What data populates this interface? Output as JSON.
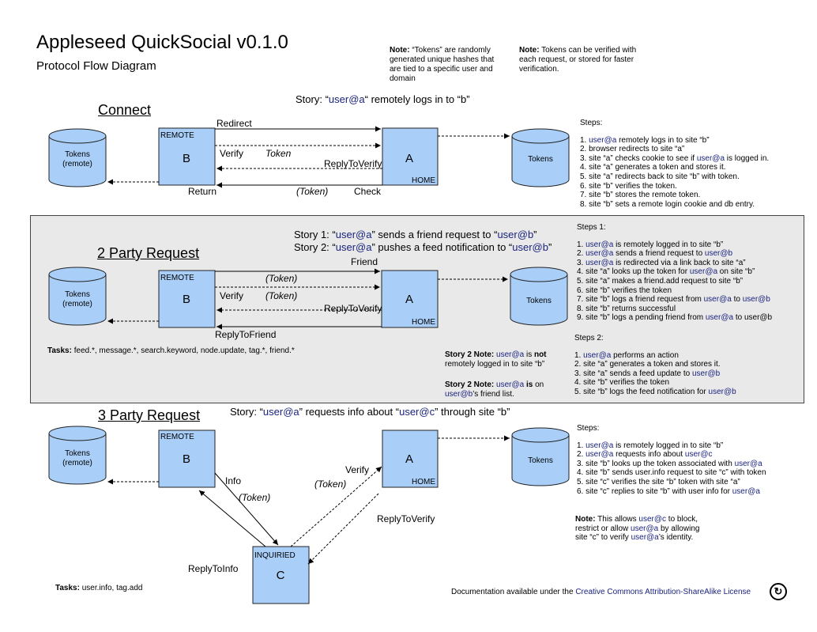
{
  "title": "Appleseed QuickSocial v0.1.0",
  "subtitle": "Protocol Flow Diagram",
  "notes": [
    {
      "label": "Note:",
      "text": "“Tokens” are randomly generated unique hashes that are tied to a specific user and domain"
    },
    {
      "label": "Note:",
      "text": "Tokens can be verified with each request, or stored for faster verification."
    }
  ],
  "connect": {
    "heading": "Connect",
    "story_prefix": "Story:  “",
    "story_user": "user@a",
    "story_suffix": "“ remotely logs in to “b”",
    "db_left": [
      "Tokens",
      "(remote)"
    ],
    "db_right": "Tokens",
    "box_b": {
      "tag": "REMOTE",
      "letter": "B"
    },
    "box_a": {
      "tag": "HOME",
      "letter": "A"
    },
    "labels": {
      "redirect": "Redirect",
      "verify": "Verify",
      "token": "Token",
      "reply_to_verify": "ReplyToVerify",
      "return": "Return",
      "token_paren": "(Token)",
      "check": "Check"
    },
    "steps_heading": "Steps:",
    "steps": [
      [
        {
          "t": "1. "
        },
        {
          "u": "user@a"
        },
        {
          "t": " remotely logs in to site “b”"
        }
      ],
      [
        {
          "t": "2. browser redirects to site “a”"
        }
      ],
      [
        {
          "t": "3. site “a” checks cookie to see if "
        },
        {
          "u": "user@a"
        },
        {
          "t": " is logged in."
        }
      ],
      [
        {
          "t": "4. site “a” generates a token and stores it."
        }
      ],
      [
        {
          "t": "5. site “a” redirects back to site “b” with token."
        }
      ],
      [
        {
          "t": "6. site “b” verifies the token."
        }
      ],
      [
        {
          "t": "7. site “b” stores the remote token."
        }
      ],
      [
        {
          "t": "8. site “b” sets a remote login cookie and db entry."
        }
      ]
    ]
  },
  "two_party": {
    "heading": "2 Party Request",
    "story1": [
      {
        "t": "Story 1:  “"
      },
      {
        "u": "user@a"
      },
      {
        "t": "” sends a friend request to “"
      },
      {
        "u": "user@b"
      },
      {
        "t": "”"
      }
    ],
    "story2": [
      {
        "t": "Story 2:  “"
      },
      {
        "u": "user@a"
      },
      {
        "t": "” pushes a feed notification to “"
      },
      {
        "u": "user@b"
      },
      {
        "t": "”"
      }
    ],
    "db_left": [
      "Tokens",
      "(remote)"
    ],
    "db_right": "Tokens",
    "box_b": {
      "tag": "REMOTE",
      "letter": "B"
    },
    "box_a": {
      "tag": "HOME",
      "letter": "A"
    },
    "labels": {
      "friend": "Friend",
      "token1": "(Token)",
      "verify": "Verify",
      "token2": "(Token)",
      "reply_to_verify": "ReplyToVerify",
      "reply_to_friend": "ReplyToFriend"
    },
    "tasks_label": "Tasks:",
    "tasks": "feed.*,  message.*,  search.keyword,  node.update,  tag.*,  friend.*",
    "story2_note1": [
      {
        "b": "Story 2 Note:"
      },
      {
        "t": " "
      },
      {
        "u": "user@a"
      },
      {
        "t": " is "
      },
      {
        "b": "not"
      }
    ],
    "story2_note1_line2": "remotely logged in to site “b”",
    "story2_note2": [
      {
        "b": "Story 2 Note:"
      },
      {
        "t": "  "
      },
      {
        "u": "user@a"
      },
      {
        "t": " "
      },
      {
        "b": "is"
      },
      {
        "t": " on"
      }
    ],
    "story2_note2_line2": [
      {
        "u": "user@b"
      },
      {
        "t": "’s friend list."
      }
    ],
    "steps1_heading": "Steps 1:",
    "steps1": [
      [
        {
          "t": "1. "
        },
        {
          "u": "user@a"
        },
        {
          "t": " is remotely logged in to site “b”"
        }
      ],
      [
        {
          "t": "2. "
        },
        {
          "u": "user@a"
        },
        {
          "t": " sends a friend request to "
        },
        {
          "u": "user@b"
        }
      ],
      [
        {
          "t": "3. "
        },
        {
          "u": "user@a"
        },
        {
          "t": " is redirected via a link back to site “a”"
        }
      ],
      [
        {
          "t": "4. site “a” looks up the token for "
        },
        {
          "u": "user@a"
        },
        {
          "t": " on site “b”"
        }
      ],
      [
        {
          "t": "5. site “a” makes a friend.add request to site “b”"
        }
      ],
      [
        {
          "t": "6. site “b” verifies the token"
        }
      ],
      [
        {
          "t": "7. site “b” logs a friend request from "
        },
        {
          "u": "user@a"
        },
        {
          "t": " to "
        },
        {
          "u": "user@b"
        }
      ],
      [
        {
          "t": "8. site “b” returns successful"
        }
      ],
      [
        {
          "t": "9. site “b” logs a pending friend from "
        },
        {
          "u": "user@a"
        },
        {
          "t": " to user@b"
        }
      ]
    ],
    "steps2_heading": "Steps 2:",
    "steps2": [
      [
        {
          "t": "1. "
        },
        {
          "u": "user@a"
        },
        {
          "t": " performs an action"
        }
      ],
      [
        {
          "t": "2. site “a” generates a token and stores it."
        }
      ],
      [
        {
          "t": "3. site “a” sends a feed update to "
        },
        {
          "u": "user@b"
        }
      ],
      [
        {
          "t": "4. site “b” verifies the token"
        }
      ],
      [
        {
          "t": "5. site “b” logs the feed notification for "
        },
        {
          "u": "user@b"
        }
      ]
    ]
  },
  "three_party": {
    "heading": "3 Party Request",
    "story": [
      {
        "t": "Story:  “"
      },
      {
        "u": "user@a"
      },
      {
        "t": "” requests info about “"
      },
      {
        "u": "user@c"
      },
      {
        "t": "” through site “b”"
      }
    ],
    "db_left": [
      "Tokens",
      "(remote)"
    ],
    "db_right": "Tokens",
    "box_b": {
      "tag": "REMOTE",
      "letter": "B"
    },
    "box_a": {
      "tag": "HOME",
      "letter": "A"
    },
    "box_c": {
      "tag": "INQUIRIED",
      "letter": "C"
    },
    "labels": {
      "info": "Info",
      "token_b": "(Token)",
      "verify": "Verify",
      "token_a": "(Token)",
      "reply_to_verify": "ReplyToVerify",
      "reply_to_info": "ReplyToInfo"
    },
    "tasks_label": "Tasks:",
    "tasks": "user.info,  tag.add",
    "steps_heading": "Steps:",
    "steps": [
      [
        {
          "t": "1. "
        },
        {
          "u": "user@a"
        },
        {
          "t": " is remotely logged in to site “b”"
        }
      ],
      [
        {
          "t": "2. "
        },
        {
          "u": "user@a"
        },
        {
          "t": " requests info about "
        },
        {
          "u": "user@c"
        }
      ],
      [
        {
          "t": "3. site “b” looks up the token associated with "
        },
        {
          "u": "user@a"
        }
      ],
      [
        {
          "t": "4. site “b” sends user.info request to site “c” with token"
        }
      ],
      [
        {
          "t": "5. site “c” verifies the site “b” token with site “a”"
        }
      ],
      [
        {
          "t": "6. site “c” replies to site “b” with user info for "
        },
        {
          "u": "user@a"
        }
      ]
    ],
    "note": [
      [
        {
          "b": "Note:"
        },
        {
          "t": " This allows "
        },
        {
          "u": "user@c"
        },
        {
          "t": " to block,"
        }
      ],
      [
        {
          "t": "restrict or allow "
        },
        {
          "u": "user@a"
        },
        {
          "t": " by allowing"
        }
      ],
      [
        {
          "t": "site “c” to verify "
        },
        {
          "u": "user@a"
        },
        {
          "t": "’s identity."
        }
      ]
    ]
  },
  "footer": {
    "prefix": "Documentation  available  under  the ",
    "link": "Creative  Commons  Attribution-ShareAlike  License",
    "license_icon": "↻"
  }
}
